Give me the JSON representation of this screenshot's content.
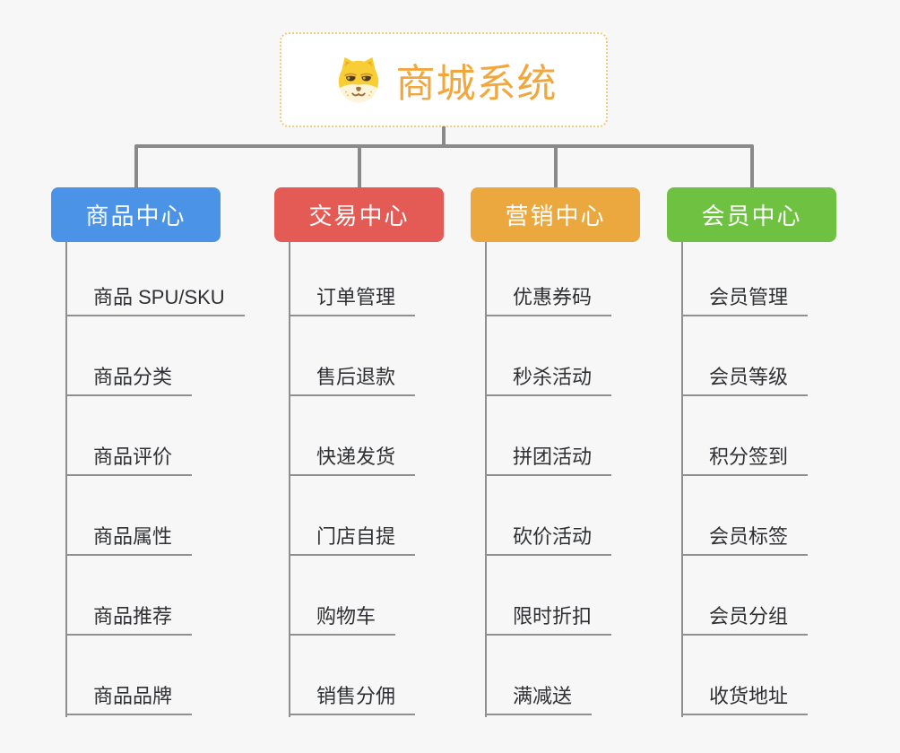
{
  "root": {
    "title": "商城系统",
    "icon": "dog-icon",
    "accent_color": "#F2A73E",
    "border_color": "#F6C87F"
  },
  "connector_colors": {
    "thick": "#8A8A8A",
    "thin": "#8F8F8F"
  },
  "background_color": "#F7F7F7",
  "branches": [
    {
      "label": "商品中心",
      "color": "#4B93E6",
      "children": [
        "商品 SPU/SKU",
        "商品分类",
        "商品评价",
        "商品属性",
        "商品推荐",
        "商品品牌"
      ]
    },
    {
      "label": "交易中心",
      "color": "#E45B55",
      "children": [
        "订单管理",
        "售后退款",
        "快递发货",
        "门店自提",
        "购物车",
        "销售分佣"
      ]
    },
    {
      "label": "营销中心",
      "color": "#EBA83E",
      "children": [
        "优惠券码",
        "秒杀活动",
        "拼团活动",
        "砍价活动",
        "限时折扣",
        "满减送"
      ]
    },
    {
      "label": "会员中心",
      "color": "#6FC241",
      "children": [
        "会员管理",
        "会员等级",
        "积分签到",
        "会员标签",
        "会员分组",
        "收货地址"
      ]
    }
  ]
}
